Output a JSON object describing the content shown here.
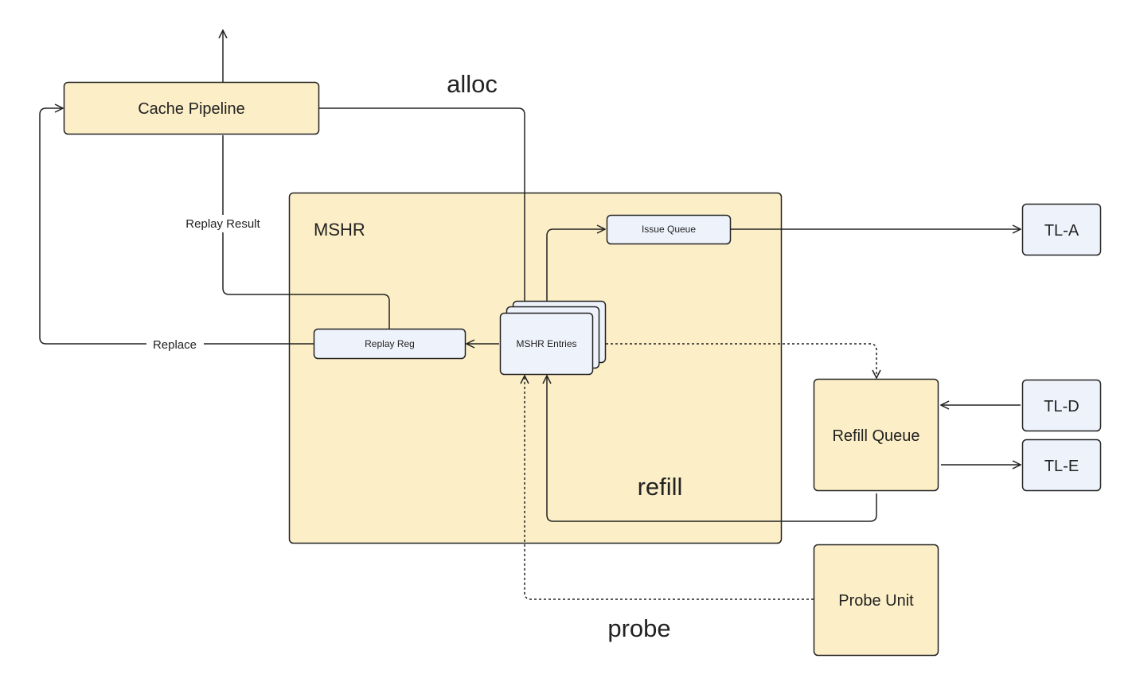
{
  "nodes": {
    "cache_pipeline": "Cache Pipeline",
    "mshr": "MSHR",
    "issue_queue": "Issue Queue",
    "mshr_entries": "MSHR Entries",
    "replay_reg": "Replay Reg",
    "refill_queue": "Refill Queue",
    "probe_unit": "Probe Unit",
    "tl_a": "TL-A",
    "tl_d": "TL-D",
    "tl_e": "TL-E"
  },
  "edges": {
    "alloc": "alloc",
    "refill": "refill",
    "probe": "probe",
    "replay_result": "Replay Result",
    "replace": "Replace"
  },
  "colors": {
    "module_fill": "#fcefc7",
    "submodule_fill": "#eef2fb",
    "stroke": "#222222"
  }
}
